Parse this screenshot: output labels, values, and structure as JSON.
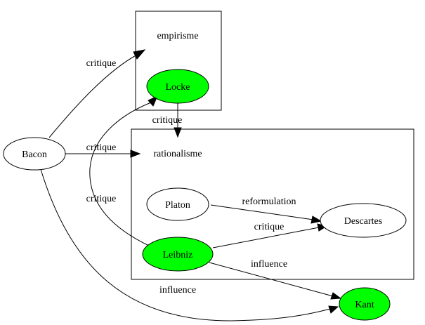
{
  "colors": {
    "highlight": "#00ff00",
    "default_fill": "#ffffff",
    "stroke": "#000000"
  },
  "clusters": {
    "empirisme": {
      "label": "empirisme"
    },
    "rationalisme": {
      "label": "rationalisme"
    }
  },
  "nodes": {
    "bacon": {
      "label": "Bacon",
      "highlight": false
    },
    "locke": {
      "label": "Locke",
      "highlight": true
    },
    "platon": {
      "label": "Platon",
      "highlight": false
    },
    "descartes": {
      "label": "Descartes",
      "highlight": false
    },
    "leibniz": {
      "label": "Leibniz",
      "highlight": true
    },
    "kant": {
      "label": "Kant",
      "highlight": true
    }
  },
  "edges": {
    "bacon_empirisme": {
      "from": "Bacon",
      "to": "empirisme",
      "label": "critique"
    },
    "bacon_rationalisme": {
      "from": "Bacon",
      "to": "rationalisme",
      "label": "critique"
    },
    "bacon_kant": {
      "from": "Bacon",
      "to": "Kant",
      "label": "influence"
    },
    "locke_rationalisme": {
      "from": "Locke",
      "to": "rationalisme",
      "label": "critique"
    },
    "leibniz_locke": {
      "from": "Leibniz",
      "to": "Locke",
      "label": "critique"
    },
    "platon_descartes": {
      "from": "Platon",
      "to": "Descartes",
      "label": "reformulation"
    },
    "leibniz_descartes": {
      "from": "Leibniz",
      "to": "Descartes",
      "label": "critique"
    },
    "leibniz_kant": {
      "from": "Leibniz",
      "to": "Kant",
      "label": "influence"
    }
  }
}
